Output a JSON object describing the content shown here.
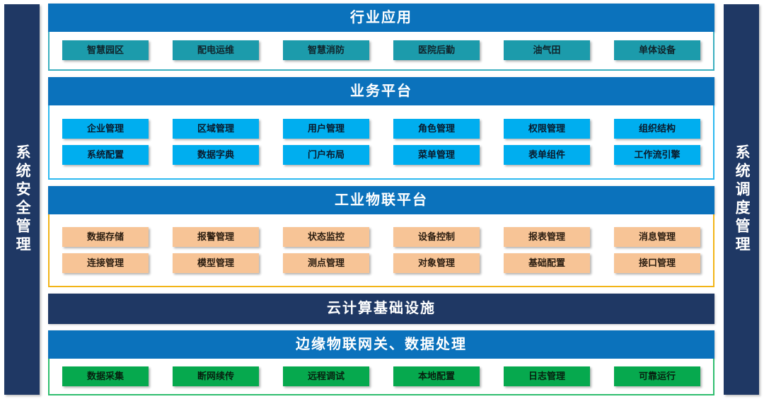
{
  "rails": {
    "left": {
      "label": "系统安全管理"
    },
    "right": {
      "label": "系统调度管理"
    }
  },
  "layers": [
    {
      "id": "industry",
      "title": "行业应用",
      "header_color": "#0B72BC",
      "border_color": "#3AAFBF",
      "chip_color": "#1C9BAB",
      "rows": [
        [
          "智慧园区",
          "配电运维",
          "智慧消防",
          "医院后勤",
          "油气田",
          "单体设备"
        ]
      ]
    },
    {
      "id": "business",
      "title": "业务平台",
      "header_color": "#0B72BC",
      "border_color": "#2BB8F0",
      "chip_color": "#00AEEF",
      "rows": [
        [
          "企业管理",
          "区域管理",
          "用户管理",
          "角色管理",
          "权限管理",
          "组织结构"
        ],
        [
          "系统配置",
          "数据字典",
          "门户布局",
          "菜单管理",
          "表单组件",
          "工作流引擎"
        ]
      ]
    },
    {
      "id": "iot",
      "title": "工业物联平台",
      "header_color": "#0B72BC",
      "border_color": "#F2B417",
      "chip_color": "#F7C496",
      "rows": [
        [
          "数据存储",
          "报警管理",
          "状态监控",
          "设备控制",
          "报表管理",
          "消息管理"
        ],
        [
          "连接管理",
          "模型管理",
          "测点管理",
          "对象管理",
          "基础配置",
          "接口管理"
        ]
      ]
    },
    {
      "id": "cloud",
      "title": "云计算基础设施",
      "header_color": "#1F3864",
      "border_color": "",
      "chip_color": "",
      "rows": []
    },
    {
      "id": "edge",
      "title": "边缘物联网关、数据处理",
      "header_color": "#0B72BC",
      "border_color": "#2FBE6E",
      "chip_color": "#06A94E",
      "rows": [
        [
          "数据采集",
          "断网续传",
          "远程调试",
          "本地配置",
          "日志管理",
          "可靠运行"
        ]
      ]
    }
  ]
}
